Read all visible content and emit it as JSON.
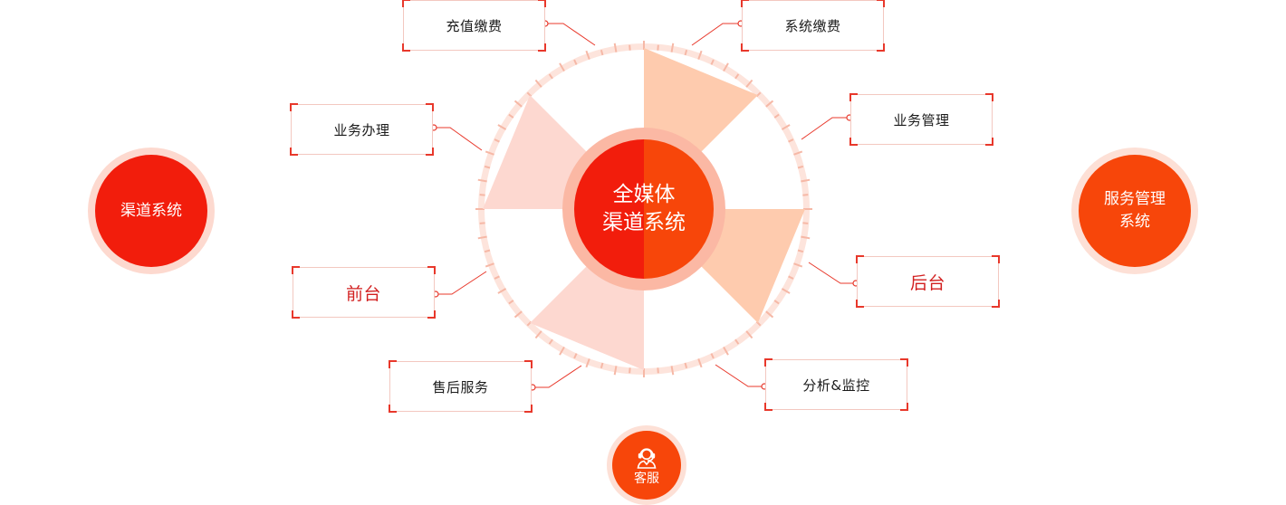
{
  "center": {
    "line1": "全媒体",
    "line2": "渠道系统"
  },
  "nodes": {
    "recharge": "充值缴费",
    "system_fee": "系统缴费",
    "business": "业务办理",
    "biz_manage": "业务管理",
    "front": "前台",
    "back": "后台",
    "after_sales": "售后服务",
    "analysis": "分析&监控"
  },
  "left_circle": {
    "label": "渠道系统"
  },
  "right_circle": {
    "line1": "服务管理",
    "line2": "系统"
  },
  "bottom_circle": {
    "label": "客服",
    "icon": "customer-service-icon"
  },
  "colors": {
    "primary_red": "#f21d0c",
    "primary_orange": "#f7460a",
    "ring_pink": "#fdd9cf",
    "wedge_light": "#fdd8d0",
    "wedge_peach": "#fecbae",
    "line_red": "#e8382b"
  }
}
